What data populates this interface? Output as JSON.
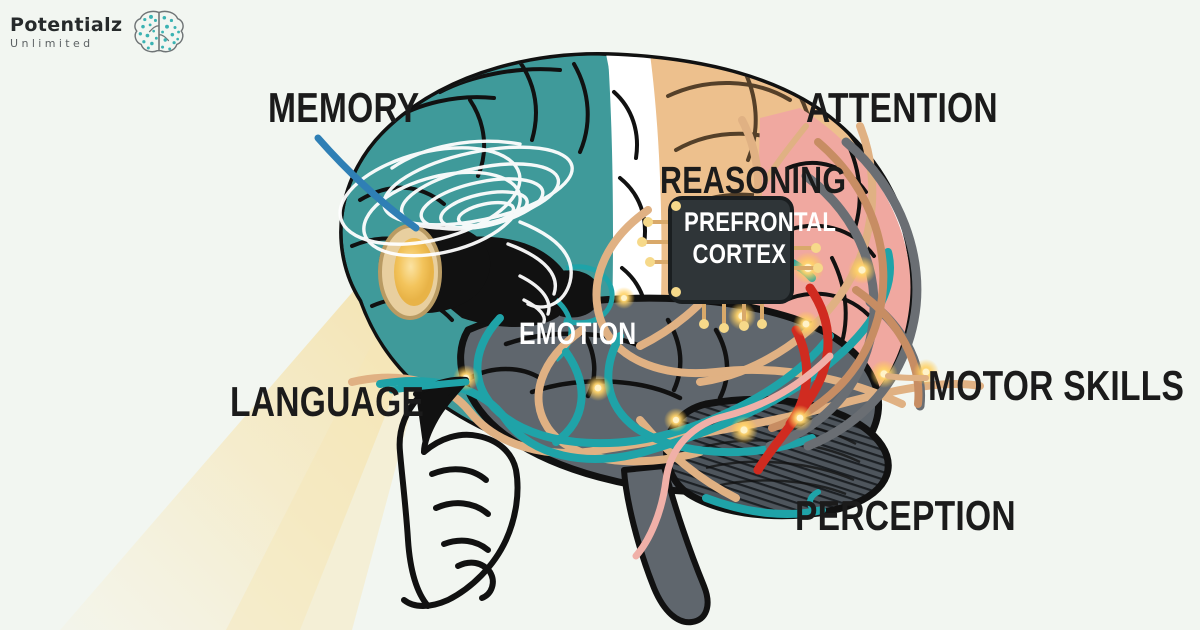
{
  "background_color": "#f2f6f1",
  "brand": {
    "name": "Potentialz",
    "tagline": "Unlimited",
    "logo_icon": "brain-dots-icon",
    "name_color": "#262a2b",
    "tagline_color": "#5d6264",
    "icon_outline_color": "#6f7476",
    "icon_dot_color": "#3bb3b3"
  },
  "illustration": {
    "title": "brain-regions-diagram",
    "subject": "side profile human brain with flashlight, hand and circuit wires",
    "colors": {
      "teal_lobe": "#3f9a9a",
      "tan_lobe": "#edc08d",
      "pink_lobe": "#f0a8a0",
      "gray_lobe": "#5f666d",
      "white_band": "#ffffff",
      "outline": "#111111",
      "beam": "#f7e6b4",
      "lens": "#f2c75c",
      "wire_tan": "#e0b183",
      "wire_teal": "#1fa3a8",
      "wire_gray": "#6a6e73",
      "wire_red": "#d02b20",
      "wire_pink": "#f0b0a8",
      "node_glow": "#ffd978",
      "chip_body": "#2f3538",
      "chip_trace_teal": "#24a39c",
      "chip_trace_tan": "#d9a96a"
    }
  },
  "labels": {
    "memory": "MEMORY",
    "attention": "ATTENTION",
    "reasoning": "REASONING",
    "prefrontal_cortex": "PREFRONTAL CORTEX",
    "emotion": "EMOTION",
    "language": "LANGUAGE",
    "motor_skills": "MOTOR SKILLS",
    "perception": "PERCEPTION"
  },
  "label_styles": {
    "dark_color": "#1b1b1b",
    "light_color": "#ffffff"
  },
  "connectors": [
    {
      "label": "memory",
      "color": "#2f7fb5"
    },
    {
      "label": "language",
      "color": "#1fa3a8"
    },
    {
      "label": "attention",
      "color": "#e0b183"
    },
    {
      "label": "motor_skills",
      "color": "#e0b183"
    },
    {
      "label": "perception",
      "color": "#1fa3a8"
    }
  ]
}
